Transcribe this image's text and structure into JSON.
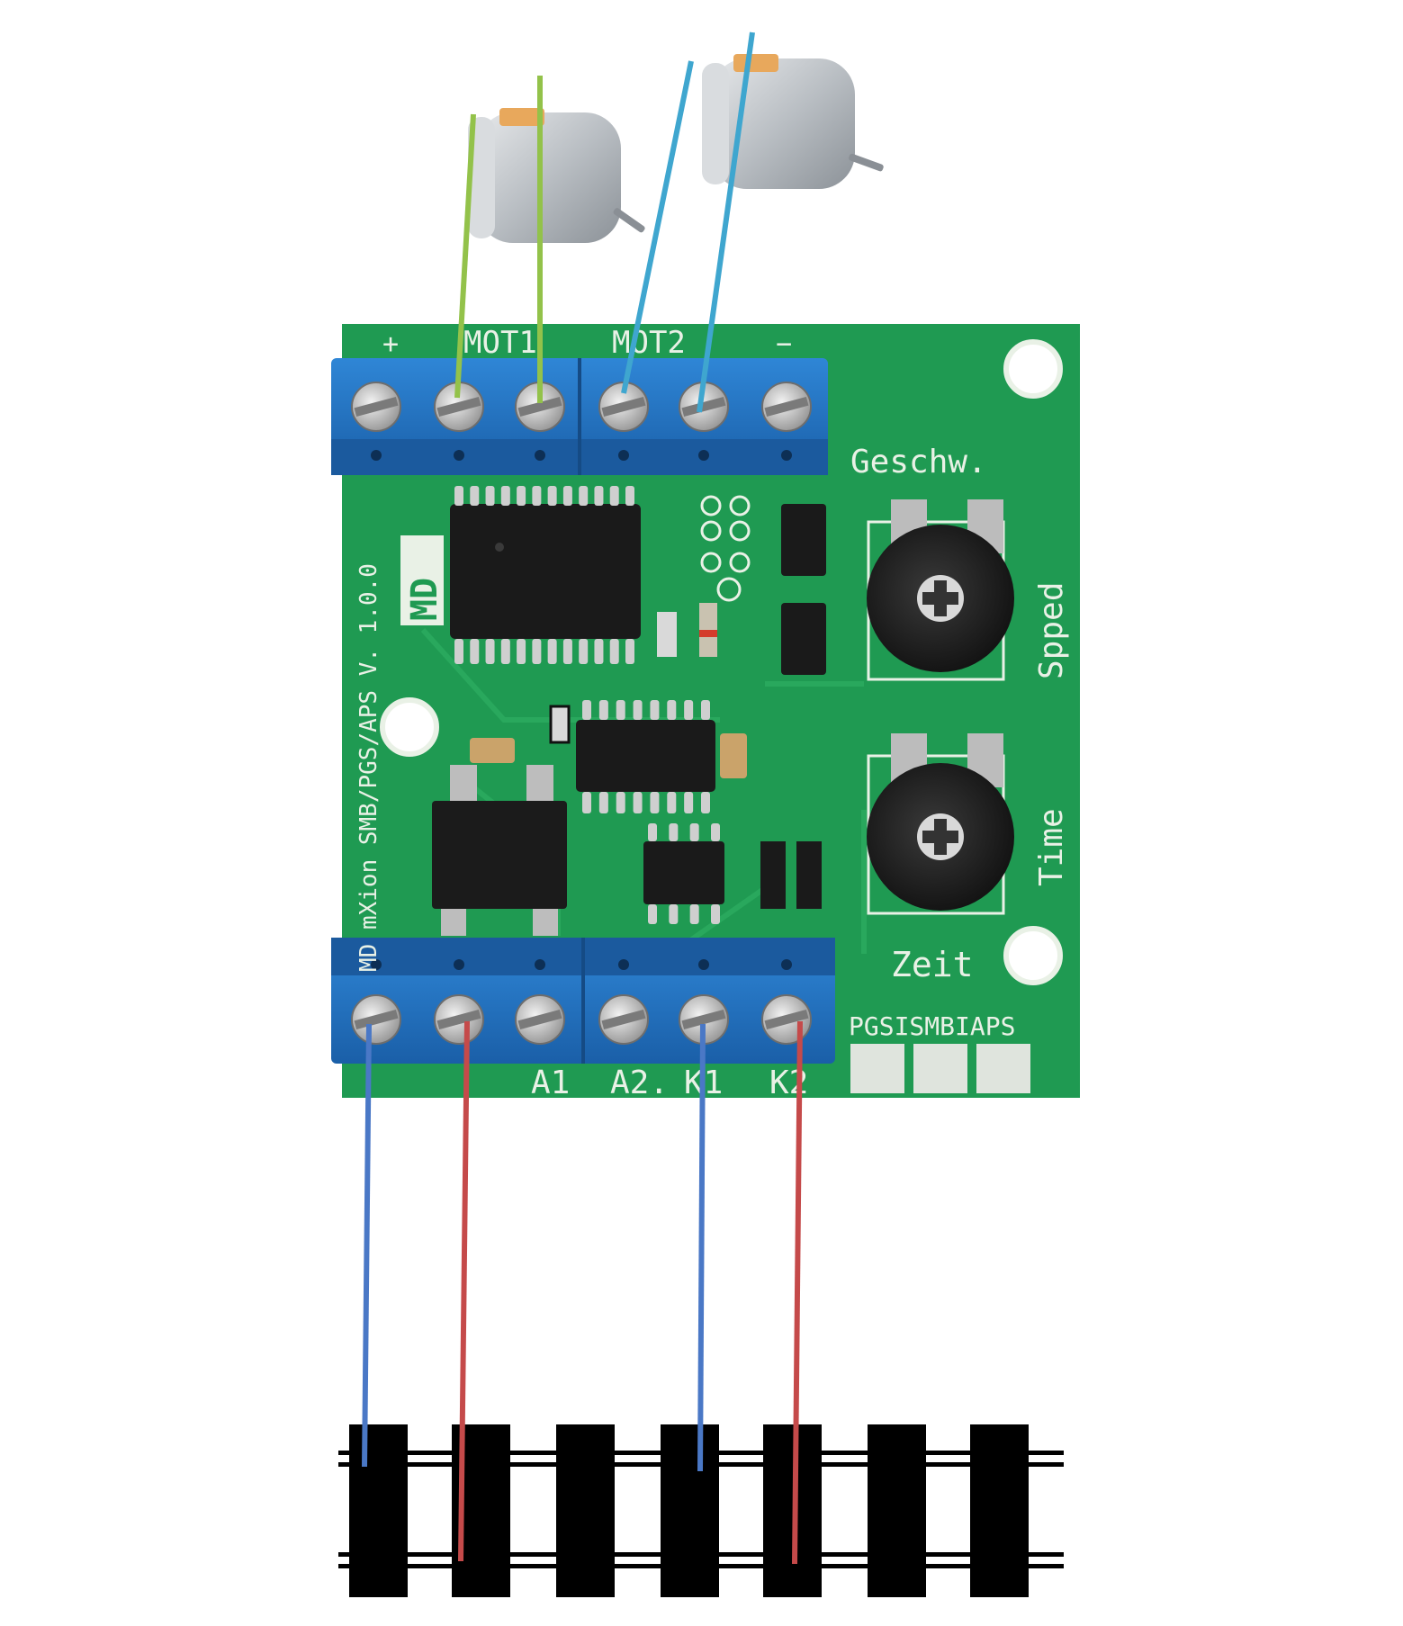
{
  "board": {
    "header_labels": {
      "plus": "+",
      "mot1": "MOT1",
      "mot2": "MOT2",
      "minus": "−"
    },
    "speed_label_de": "Geschw.",
    "speed_label_en": "Spped",
    "time_label_de": "Zeit",
    "time_label_en": "Time",
    "mode_label": "PGSISMBIAPS",
    "bottom_labels": {
      "a1": "A1",
      "a2": "A2.",
      "k1": "K1",
      "k2": "K2"
    },
    "vertical_text": "MD mXion SMB/PGS/APS V. 1.0.0",
    "logo_text": "MD"
  },
  "colors": {
    "pcb": "#1f9a52",
    "terminal_blue": "#1f6fbf",
    "motor1_wire": "#93c24a",
    "motor2_wire": "#3fa6cf",
    "track_wire_blue": "#4a78c6",
    "track_wire_red": "#c54a4a",
    "track": "#000000"
  }
}
